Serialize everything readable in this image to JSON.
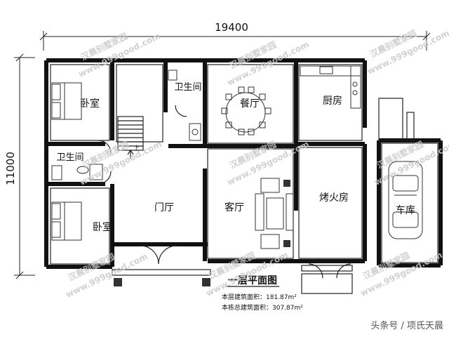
{
  "dimensions": {
    "width": "19400",
    "height": "11000"
  },
  "rooms": {
    "bedroom_top": "卧室",
    "bathroom_top": "卫生间",
    "dining": "餐厅",
    "kitchen": "厨房",
    "bathroom_left": "卫生间",
    "foyer": "门厅",
    "living": "客厅",
    "bake_room": "烤火房",
    "garage": "车库",
    "bedroom_bottom": "卧室"
  },
  "stair_label": "上",
  "plan_title": "一层平面图",
  "areas": {
    "floor_area": "本层建筑面积：181.87m²",
    "total_area": "本栋总建筑面积：307.87m²"
  },
  "watermark": {
    "brand": "汉晨别墅家园",
    "url": "www.999good.com"
  },
  "credit": "头条号 / 项氏天晨",
  "colors": {
    "line": "#111111",
    "watermark": "#c9c9c9"
  }
}
